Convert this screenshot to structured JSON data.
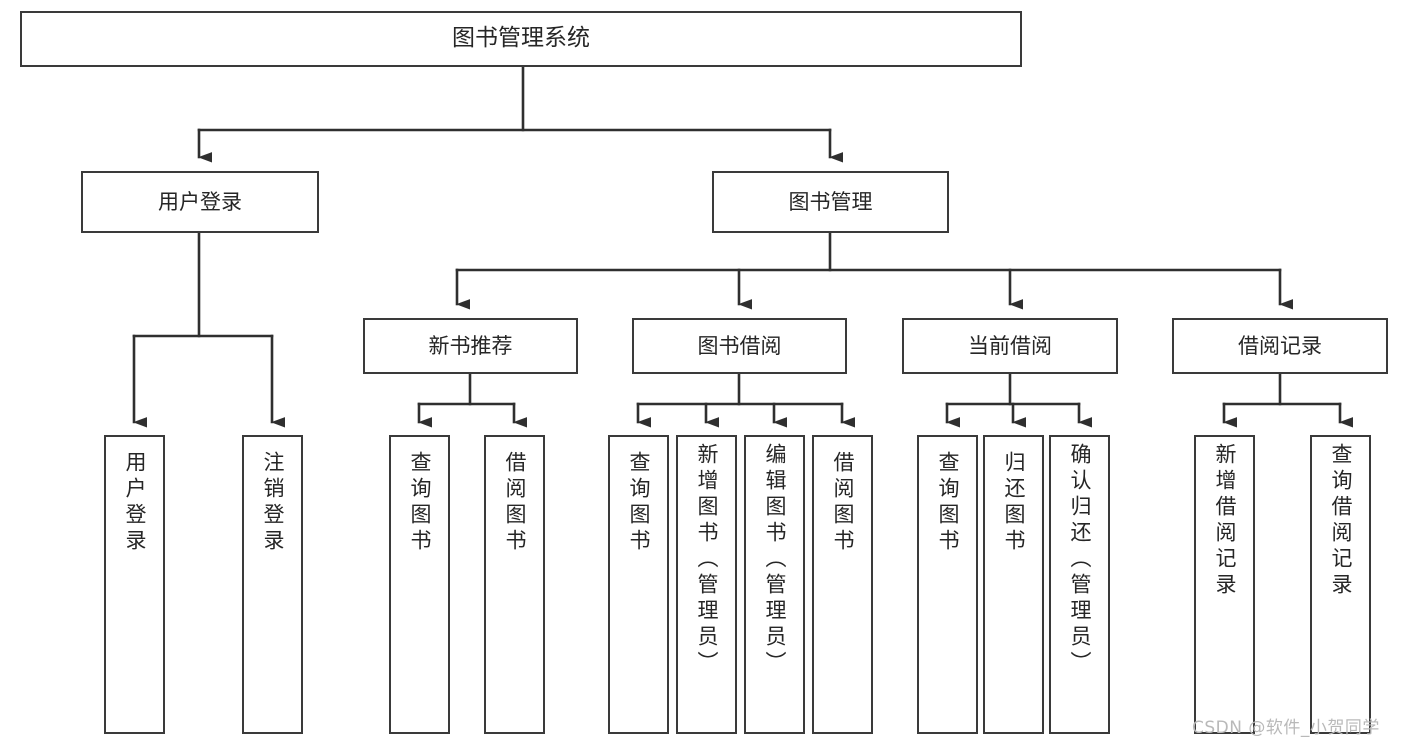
{
  "diagram": {
    "title": "图书管理系统",
    "type": "hierarchy-tree",
    "root": {
      "label": "图书管理系统"
    },
    "tier1": [
      {
        "label": "用户登录"
      },
      {
        "label": "图书管理"
      }
    ],
    "tier2": [
      {
        "label": "新书推荐"
      },
      {
        "label": "图书借阅"
      },
      {
        "label": "当前借阅"
      },
      {
        "label": "借阅记录"
      }
    ],
    "leaves": {
      "user_login": [
        {
          "label": "用户登录"
        },
        {
          "label": "注销登录"
        }
      ],
      "new_book_rec": [
        {
          "label": "查询图书"
        },
        {
          "label": "借阅图书"
        }
      ],
      "book_borrow": [
        {
          "label": "查询图书"
        },
        {
          "label": "新增图书（管理员）"
        },
        {
          "label": "编辑图书（管理员）"
        },
        {
          "label": "借阅图书"
        }
      ],
      "current_borrow": [
        {
          "label": "查询图书"
        },
        {
          "label": "归还图书"
        },
        {
          "label": "确认归还（管理员）"
        }
      ],
      "borrow_record": [
        {
          "label": "新增借阅记录"
        },
        {
          "label": "查询借阅记录"
        }
      ]
    }
  },
  "watermark": {
    "text": "CSDN @软件_小贺同学"
  },
  "colors": {
    "box_border": "#3a3a3a",
    "text": "#262626",
    "background": "#ffffff",
    "connector": "#2f2f2f",
    "watermark": "#b9b9b9"
  }
}
